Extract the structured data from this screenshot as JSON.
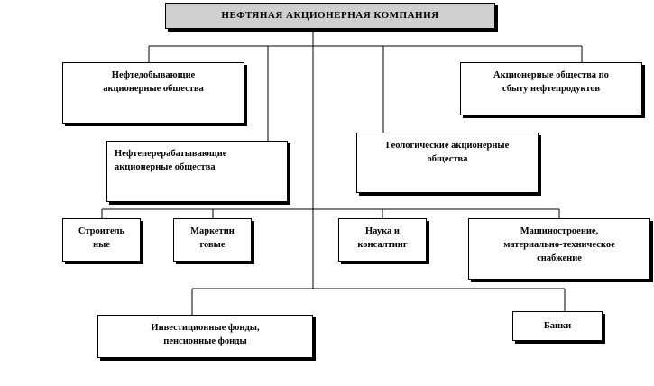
{
  "diagram": {
    "root": "НЕФТЯНАЯ  АКЦИОНЕРНАЯ  КОМПАНИЯ",
    "level1": {
      "oil_production": "Нефтедобывающие\nакционерные  общества",
      "oil_sales": "Акционерные  общества  по\nсбыту  нефтепродуктов",
      "oil_refining": "Нефтеперерабатывающие\nакционерные общества",
      "geological": "Геологические  акционерные\nобщества"
    },
    "level2": {
      "construction": "Строитель\nные",
      "marketing": "Маркетин\nговые",
      "science": "Наука  и\nконсалтинг",
      "engineering": "Машиностроение,\nматериально-техническое\nснабжение"
    },
    "level3": {
      "funds": "Инвестиционные  фонды,\nпенсионные  фонды",
      "banks": "Банки"
    }
  }
}
